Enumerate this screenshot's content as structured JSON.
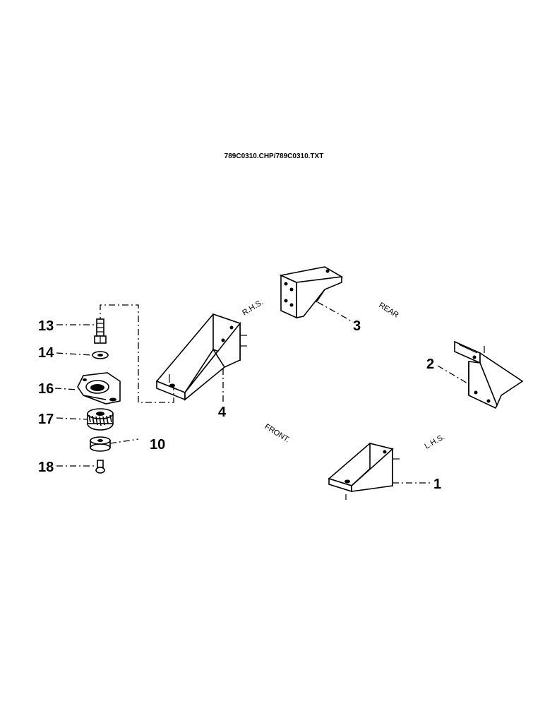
{
  "caption": "789C0310.CHP/789C0310.TXT",
  "parts": {
    "p1": "1",
    "p2": "2",
    "p3": "3",
    "p4": "4",
    "p10": "10",
    "p13": "13",
    "p14": "14",
    "p16": "16",
    "p17": "17",
    "p18": "18"
  },
  "orientation": {
    "rhs": "R.H.S.",
    "lhs": "L.H.S.",
    "rear": "REAR",
    "front": "FRONT."
  }
}
